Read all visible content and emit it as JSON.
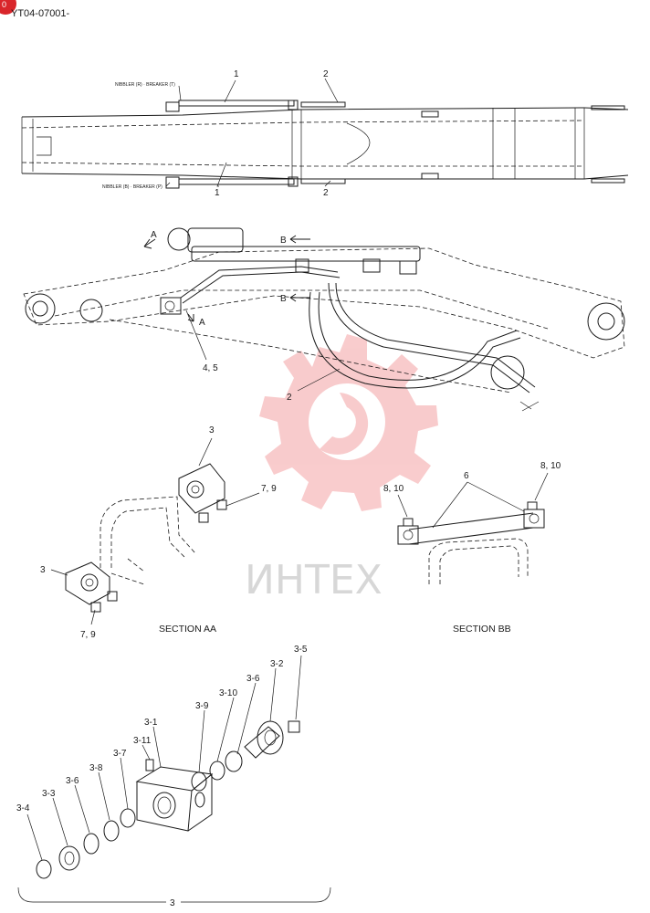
{
  "header": {
    "code": "YT04-07001-",
    "badge": "0"
  },
  "top_view": {
    "note_top": "NIBBLER (R) · BREAKER (T)",
    "note_bottom": "NIBBLER (B) · BREAKER (P)",
    "labels": [
      "1",
      "2",
      "1",
      "2"
    ]
  },
  "side_view": {
    "arrow_a": "A",
    "arrow_b": "B",
    "labels": [
      "4, 5",
      "2"
    ]
  },
  "section_aa": {
    "title": "SECTION AA",
    "labels": [
      "3",
      "7, 9",
      "3",
      "7, 9"
    ]
  },
  "section_bb": {
    "title": "SECTION BB",
    "labels": [
      "6",
      "8, 10",
      "8, 10"
    ]
  },
  "exploded": {
    "labels": [
      "3-5",
      "3-2",
      "3-6",
      "3-10",
      "3-9",
      "3-1",
      "3-11",
      "3-7",
      "3-8",
      "3-6",
      "3-3",
      "3-4"
    ],
    "group": "3"
  },
  "watermark": {
    "text": "ИНТЕХ",
    "color": "#e8484a"
  }
}
